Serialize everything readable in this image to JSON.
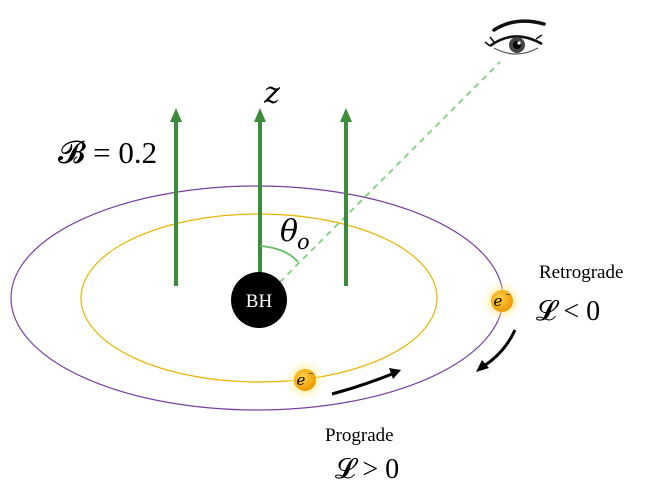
{
  "labels": {
    "field": "𝓑 = 0.2",
    "z_axis": "z",
    "angle": "θ",
    "angle_sub": "o",
    "black_hole": "BH",
    "electron": "e",
    "electron_sup": "−",
    "retrograde": "Retrograde",
    "retrograde_condition": "𝓛 < 0",
    "prograde": "Prograde",
    "prograde_condition": "𝓛 > 0"
  },
  "icons": {
    "observer": "eye-icon",
    "black_hole": "black-hole",
    "electron": "electron-particle"
  },
  "colors": {
    "field_arrow": "#3c8c3c",
    "outer_orbit": "#7b3fa0",
    "inner_orbit": "#e8b400",
    "line_of_sight": "#7fcf7f",
    "angle_arc": "#5fbf5f",
    "black_hole": "#000000",
    "electron": "#f4a800",
    "motion_arrow": "#000000"
  }
}
